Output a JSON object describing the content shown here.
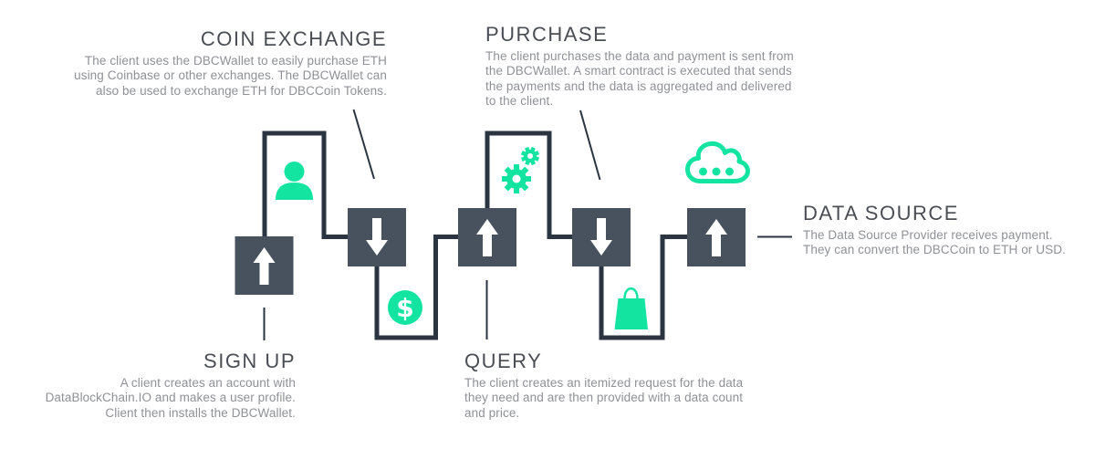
{
  "colors": {
    "background": "#FFFFFF",
    "accent": "#13E5A1",
    "node": "#47525E",
    "line": "#2B3542",
    "arrow": "#FFFFFF",
    "heading": "#4A4E54",
    "body": "#8F9196"
  },
  "steps": {
    "coin_exchange": {
      "title": "COIN EXCHANGE",
      "lines": [
        "The client uses the DBCWallet to easily purchase ETH",
        "using Coinbase or other exchanges. The DBCWallet can",
        "also be used to exchange ETH for DBCCoin Tokens."
      ]
    },
    "purchase": {
      "title": "PURCHASE",
      "lines": [
        "The client purchases the data and payment is sent from",
        "the DBCWallet. A smart contract is executed that sends",
        "the payments and the data is aggregated and delivered",
        "to the client."
      ]
    },
    "data_source": {
      "title": "DATA SOURCE",
      "lines": [
        "The Data Source Provider receives payment.",
        "They can convert the DBCCoin to ETH or USD."
      ]
    },
    "sign_up": {
      "title": "SIGN UP",
      "lines": [
        "A client creates an account with",
        "DataBlockChain.IO and makes a user profile.",
        "Client then installs the DBCWallet."
      ]
    },
    "query": {
      "title": "QUERY",
      "lines": [
        "The client creates an itemized request for the data",
        "they need and are then provided with a data count",
        "and price."
      ]
    }
  },
  "flow": {
    "nodes": [
      {
        "id": "sign-up",
        "arrow": "up"
      },
      {
        "id": "coin-exchange",
        "arrow": "down"
      },
      {
        "id": "query",
        "arrow": "up"
      },
      {
        "id": "purchase",
        "arrow": "down"
      },
      {
        "id": "data-source",
        "arrow": "up"
      }
    ],
    "icons": [
      "user-icon",
      "dollar-coin-icon",
      "gears-icon",
      "shopping-bag-icon",
      "cloud-icon"
    ],
    "dollar_symbol": "$"
  }
}
